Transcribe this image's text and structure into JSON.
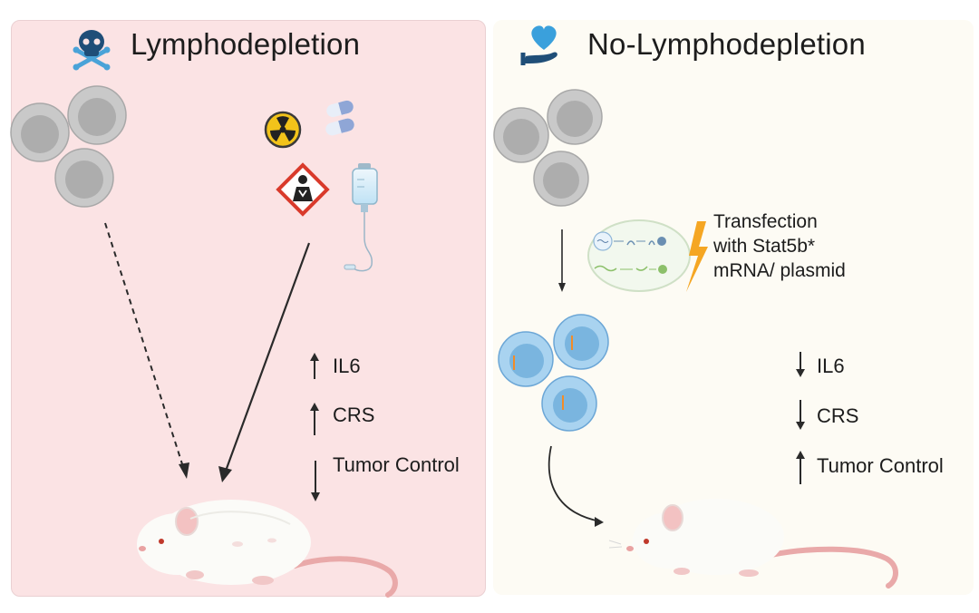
{
  "left_panel": {
    "title": "Lymphodepletion",
    "title_icon": "skull-crossbones-icon",
    "treatment_icons": [
      "radiation-icon",
      "pills-icon",
      "health-hazard-icon",
      "iv-bag-icon"
    ],
    "effects": [
      {
        "label": "IL6",
        "direction": "up"
      },
      {
        "label": "CRS",
        "direction": "up"
      },
      {
        "label": "Tumor Control",
        "direction": "down"
      }
    ]
  },
  "right_panel": {
    "title": "No-Lymphodepletion",
    "title_icon": "heart-in-hand-icon",
    "transfection_lines": [
      "Transfection",
      "with Stat5b*",
      "mRNA/ plasmid"
    ],
    "transfection_icon": "lightning-bolt-icon",
    "effects": [
      {
        "label": "IL6",
        "direction": "down"
      },
      {
        "label": "CRS",
        "direction": "down"
      },
      {
        "label": "Tumor Control",
        "direction": "up"
      }
    ]
  },
  "colors": {
    "left_background": "#fbe3e4",
    "right_background": "#fdfbf4",
    "cell_grey": "#c8c8c8",
    "cell_blue": "#a9d3f0",
    "lightning": "#f5a623",
    "hazard_red": "#d93a2b"
  }
}
